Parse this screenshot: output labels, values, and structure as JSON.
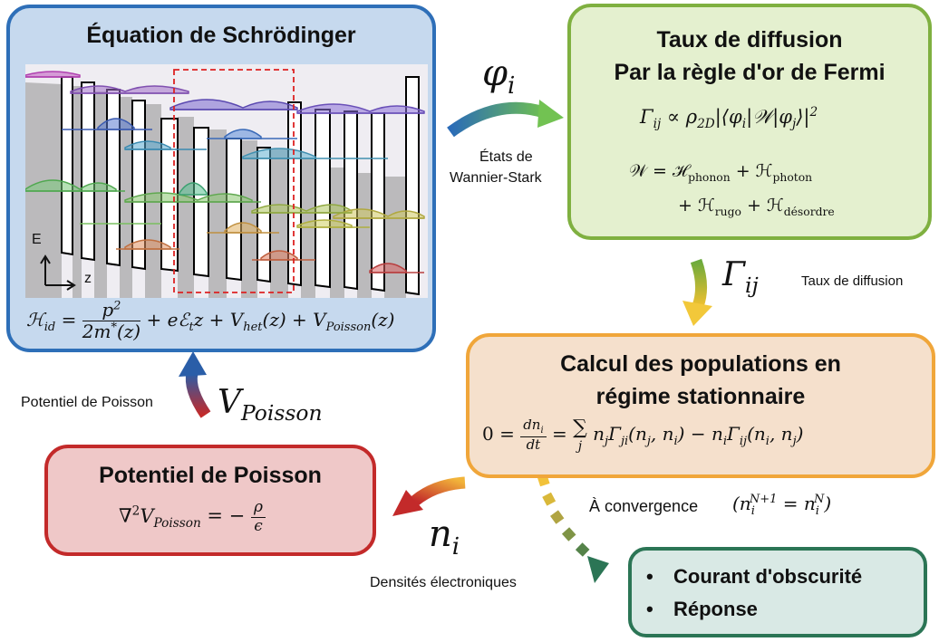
{
  "schrodinger": {
    "title": "Équation de Schrödinger",
    "equation": "ℋid = p²/(2m*(z)) + eℰtz + Vhet(z) + VPoisson(z)",
    "eq_lhs": "ℋ",
    "eq_lhs_sub": "id",
    "eq_num": "p",
    "eq_num_sup": "2",
    "eq_den": "2m",
    "eq_den_sup": "*",
    "eq_den_rest": "(z)",
    "eq_t2": "+ eℰ",
    "eq_t2_sub": "t",
    "eq_t2_rest": "z",
    "eq_t3": "+ V",
    "eq_t3_sub": "het",
    "eq_t3_rest": "(z)",
    "eq_t4": "+ V",
    "eq_t4_sub": "Poisson",
    "eq_t4_rest": "(z)",
    "axis_energy": "E",
    "axis_position": "z"
  },
  "fermi": {
    "title_line1": "Taux de diffusion",
    "title_line2": "Par la règle d'or de Fermi",
    "rate_equation": "Γij ∝ ρ2D|⟨φi|𝒲|φj⟩|²",
    "rate_lhs": "Γ",
    "rate_lhs_sub": "ij",
    "rate_mid": " ∝ ρ",
    "rate_mid_sub": "2D",
    "rate_bra": "|⟨φ",
    "rate_bra_sub": "i",
    "rate_w": "|𝒲|φ",
    "rate_w_sub": "j",
    "rate_end": "⟩|",
    "rate_end_sup": "2",
    "w_line1": "𝒲 = ℋphonon + ℋphoton",
    "w1_a": "𝒲 = ℋ",
    "w1_a_sub": "phonon",
    "w1_b": " + ℋ",
    "w1_b_sub": "photon",
    "w_line2": "+ ℋrugo + ℋdésordre",
    "w2_a": "+ ℋ",
    "w2_a_sub": "rugo",
    "w2_b": " + ℋ",
    "w2_b_sub": "désordre"
  },
  "populations": {
    "title_line1": "Calcul des populations en",
    "title_line2": "régime stationnaire",
    "equation": "0 = dni/dt = Σj njΓji(nj,ni) − niΓij(ni,nj)",
    "eq_zero": "0 =",
    "eq_num": "dn",
    "eq_num_sub": "i",
    "eq_den": "dt",
    "eq_eq": "=",
    "eq_sum": "∑",
    "eq_sum_sub": "j",
    "eq_a": "n",
    "eq_a_sub": "j",
    "eq_b": "Γ",
    "eq_b_sub": "ji",
    "eq_c": "(n",
    "eq_c_sub": "j",
    "eq_d": ", n",
    "eq_d_sub": "i",
    "eq_e": ") − n",
    "eq_e_sub": "i",
    "eq_f": "Γ",
    "eq_f_sub": "ij",
    "eq_g": "(n",
    "eq_g_sub": "i",
    "eq_h": ", n",
    "eq_h_sub": "j",
    "eq_i": ")"
  },
  "poisson": {
    "title": "Potentiel de Poisson",
    "equation": "∇²VPoisson = −ρ/ε",
    "eq_a": "∇",
    "eq_a_sup": "2",
    "eq_b": "V",
    "eq_b_sub": "Poisson",
    "eq_c": " = −",
    "eq_num": "ρ",
    "eq_den": "ϵ"
  },
  "results": {
    "items": [
      "Courant d'obscurité",
      "Réponse"
    ]
  },
  "arrows": {
    "phi": {
      "symbol": "φ",
      "sub": "i",
      "caption_line1": "États de",
      "caption_line2": "Wannier-Stark"
    },
    "gamma": {
      "symbol": "Γ",
      "sub": "ij",
      "caption": "Taux de diffusion"
    },
    "n": {
      "symbol": "n",
      "sub": "i",
      "caption": "Densités électroniques"
    },
    "v": {
      "symbol": "V",
      "sub": "Poisson",
      "caption": "Potentiel de Poisson"
    },
    "convergence": {
      "caption": "À convergence",
      "formula": "(ni^(N+1) = ni^N)",
      "f_open": "(n",
      "f_i1": "i",
      "f_sup1": "N+1",
      "f_eq": " = n",
      "f_i2": "i",
      "f_sup2": "N",
      "f_close": ")"
    }
  },
  "colors": {
    "blue_border": "#2e6fb8",
    "blue_fill": "#c6d9ee",
    "green_border": "#7fb040",
    "green_fill": "#e4f0cf",
    "orange_border": "#f0a63a",
    "orange_fill": "#f5e0cc",
    "red_border": "#c32a2a",
    "red_fill": "#efc8c8",
    "teal_border": "#2b7555",
    "teal_fill": "#d9e9e5"
  }
}
